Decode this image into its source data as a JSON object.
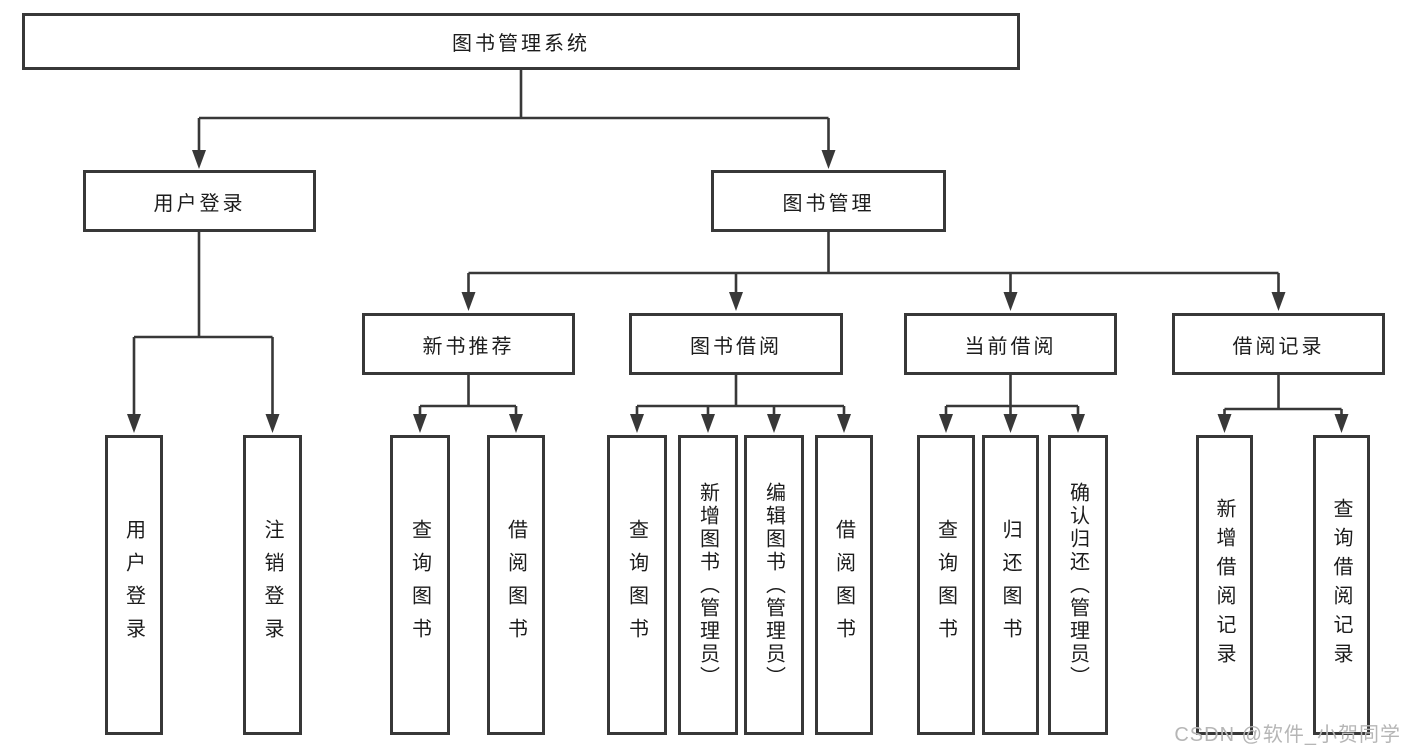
{
  "diagram": {
    "title": "图书管理系统",
    "branches": [
      {
        "label": "用户登录",
        "children": [
          {
            "label": "用户登录"
          },
          {
            "label": "注销登录"
          }
        ]
      },
      {
        "label": "图书管理",
        "children": [
          {
            "label": "新书推荐",
            "children": [
              {
                "label": "查询图书"
              },
              {
                "label": "借阅图书"
              }
            ]
          },
          {
            "label": "图书借阅",
            "children": [
              {
                "label": "查询图书"
              },
              {
                "label": "新增图书（管理员）"
              },
              {
                "label": "编辑图书（管理员）"
              },
              {
                "label": "借阅图书"
              }
            ]
          },
          {
            "label": "当前借阅",
            "children": [
              {
                "label": "查询图书"
              },
              {
                "label": "归还图书"
              },
              {
                "label": "确认归还（管理员）"
              }
            ]
          },
          {
            "label": "借阅记录",
            "children": [
              {
                "label": "新增借阅记录"
              },
              {
                "label": "查询借阅记录"
              }
            ]
          }
        ]
      }
    ]
  },
  "watermark": "CSDN @软件_小贺同学",
  "colors": {
    "line": "#383838",
    "box_border": "#383838",
    "text": "#1c1c1c",
    "watermark": "#b6b6b6",
    "background": "#ffffff"
  }
}
